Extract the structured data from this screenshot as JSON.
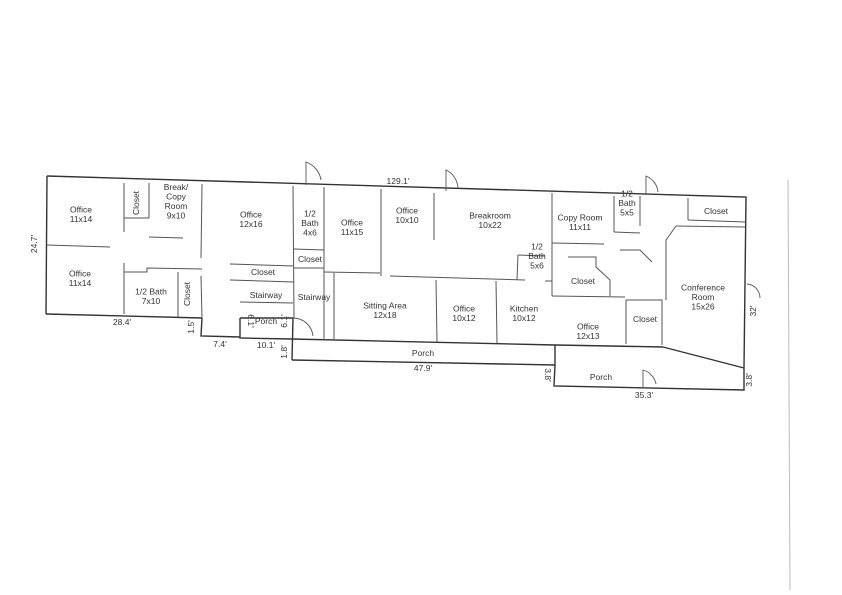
{
  "rooms": [
    {
      "id": "office-a",
      "lines": [
        "Office",
        "11x14"
      ]
    },
    {
      "id": "closet-a",
      "lines": [
        "Closet"
      ]
    },
    {
      "id": "break-copy",
      "lines": [
        "Break/",
        "Copy",
        "Room",
        "9x10"
      ]
    },
    {
      "id": "office-b",
      "lines": [
        "Office",
        "12x16"
      ]
    },
    {
      "id": "half-bath-a",
      "lines": [
        "1/2",
        "Bath",
        "4x6"
      ]
    },
    {
      "id": "office-c",
      "lines": [
        "Office",
        "11x15"
      ]
    },
    {
      "id": "office-d",
      "lines": [
        "Office",
        "10x10"
      ]
    },
    {
      "id": "breakroom",
      "lines": [
        "Breakroom",
        "10x22"
      ]
    },
    {
      "id": "copy-room",
      "lines": [
        "Copy Room",
        "11x11"
      ]
    },
    {
      "id": "half-bath-b",
      "lines": [
        "1/2",
        "Bath",
        "5x5"
      ]
    },
    {
      "id": "closet-b",
      "lines": [
        "Closet"
      ]
    },
    {
      "id": "office-e",
      "lines": [
        "Office",
        "11x14"
      ]
    },
    {
      "id": "half-bath-c",
      "lines": [
        "1/2 Bath",
        "7x10"
      ]
    },
    {
      "id": "closet-c",
      "lines": [
        "Closet"
      ]
    },
    {
      "id": "closet-d",
      "lines": [
        "Closet"
      ]
    },
    {
      "id": "closet-e",
      "lines": [
        "Closet"
      ]
    },
    {
      "id": "stairway-a",
      "lines": [
        "Stairway"
      ]
    },
    {
      "id": "stairway-b",
      "lines": [
        "Stairway"
      ]
    },
    {
      "id": "porch-a",
      "lines": [
        "Porch"
      ]
    },
    {
      "id": "sitting-area",
      "lines": [
        "Sitting Area",
        "12x18"
      ]
    },
    {
      "id": "office-f",
      "lines": [
        "Office",
        "10x12"
      ]
    },
    {
      "id": "kitchen",
      "lines": [
        "Kitchen",
        "10x12"
      ]
    },
    {
      "id": "half-bath-d",
      "lines": [
        "1/2",
        "Bath",
        "5x6"
      ]
    },
    {
      "id": "closet-f",
      "lines": [
        "Closet"
      ]
    },
    {
      "id": "conference",
      "lines": [
        "Conference",
        "Room",
        "15x26"
      ]
    },
    {
      "id": "closet-g",
      "lines": [
        "Closet"
      ]
    },
    {
      "id": "office-g",
      "lines": [
        "Office",
        "12x13"
      ]
    },
    {
      "id": "porch-b",
      "lines": [
        "Porch"
      ]
    },
    {
      "id": "porch-c",
      "lines": [
        "Porch"
      ]
    }
  ],
  "dimensions": [
    {
      "id": "top-length",
      "text": "129.1'"
    },
    {
      "id": "left-height",
      "text": "24.7'"
    },
    {
      "id": "left-bottom",
      "text": "28.4'"
    },
    {
      "id": "step-a",
      "text": "1.5'"
    },
    {
      "id": "step-b",
      "text": "7.4'"
    },
    {
      "id": "porch-height-left",
      "text": "6.1'"
    },
    {
      "id": "porch-height-right",
      "text": "6.1'"
    },
    {
      "id": "porch-width",
      "text": "10.1'"
    },
    {
      "id": "porch-offset",
      "text": "1.8'"
    },
    {
      "id": "porch-length",
      "text": "47.9'"
    },
    {
      "id": "rear-step",
      "text": "3.8'"
    },
    {
      "id": "rear-porch-length",
      "text": "35.3'"
    },
    {
      "id": "rear-porch-depth",
      "text": "3.8'"
    },
    {
      "id": "right-height",
      "text": "32'"
    }
  ]
}
